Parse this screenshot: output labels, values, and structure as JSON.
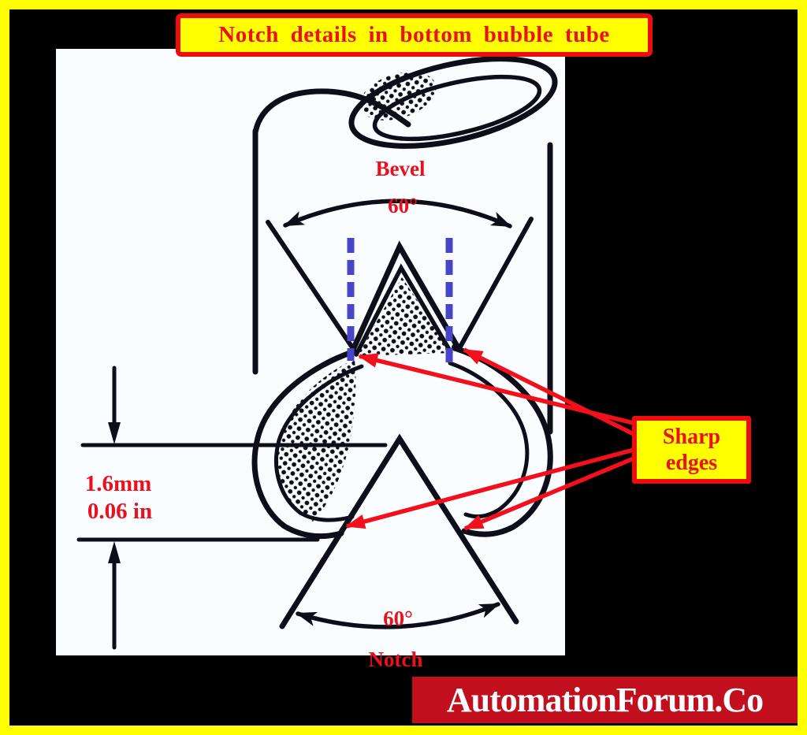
{
  "title": {
    "text": "Notch details in bottom bubble tube"
  },
  "labels": {
    "bevel": "Bevel",
    "bevel_angle": "60°",
    "notch_angle": "60°",
    "dim_mm": "1.6mm",
    "dim_in": "0.06 in",
    "notch": "Notch"
  },
  "callouts": {
    "sharp_edges_line1": "Sharp",
    "sharp_edges_line2": "edges"
  },
  "watermark": {
    "text": "AutomationForum.Co"
  },
  "colors": {
    "frame_yellow": "#FFFF00",
    "background_black": "#000000",
    "panel_white": "#FAFDFF",
    "label_red": "#E8111C",
    "callout_border_red": "#EE0D0D",
    "banner_red": "#C20F1D",
    "banner_text_white": "#FFFFFF",
    "dashed_blue": "#4845C8",
    "pointer_red": "#F3101C",
    "drawing_black": "#0E0E1A"
  }
}
